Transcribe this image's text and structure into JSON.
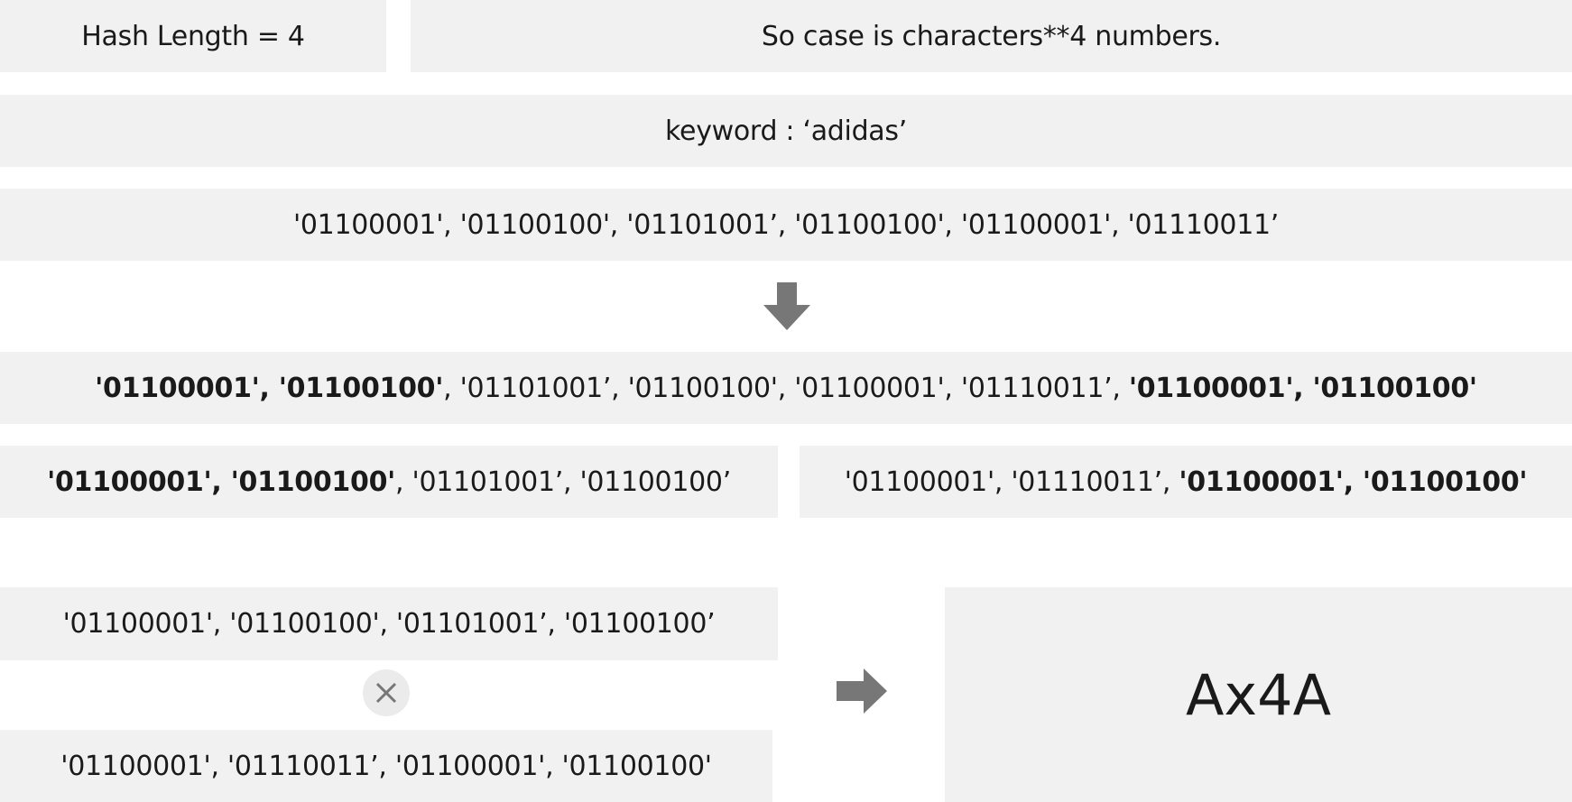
{
  "hash_length": "Hash Length = 4",
  "case_note": "So case is characters**4 numbers.",
  "keyword": "keyword : ‘adidas’",
  "binary_row": "'01100001', '01100100', '01101001’, '01100100', '01100001', '01110011’",
  "extended_row": {
    "bold_prefix": "'01100001', '01100100'",
    "middle": ", '01101001’, '01100100', '01100001', '01110011’, ",
    "bold_suffix": "'01100001', '01100100'"
  },
  "split_left": {
    "bold_prefix": "'01100001', '01100100'",
    "rest": ", '01101001’, '01100100’"
  },
  "split_right": {
    "rest": "'01100001', '01110011’, ",
    "bold_suffix": "'01100001', '01100100'"
  },
  "operand_top": "'01100001', '01100100', '01101001’, '01100100’",
  "operand_bottom": "'01100001', '01110011’, '01100001', '01100100'",
  "result": "Ax4A",
  "icons": {
    "down_arrow": "arrow-down-icon",
    "right_arrow": "arrow-right-icon",
    "multiply": "multiply-icon"
  },
  "colors": {
    "box_background": "#f1f1f1",
    "arrow": "#777777",
    "text": "#1a1a1a"
  }
}
